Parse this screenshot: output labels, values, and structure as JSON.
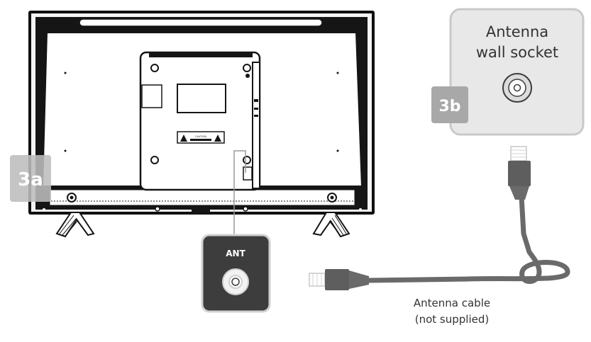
{
  "socket": {
    "title_line1": "Antenna",
    "title_line2": "wall socket"
  },
  "steps": {
    "a": "3a",
    "b": "3b"
  },
  "port": {
    "label": "ANT"
  },
  "cable": {
    "label_line1": "Antenna cable",
    "label_line2": "(not supplied)"
  },
  "tv": {
    "caution_label": "CAUTION"
  },
  "colors": {
    "tv_body": "#1a1a1a",
    "badge": "#b5b5b5",
    "socket_bg": "#e6e6e6",
    "cable": "#6a6a6a",
    "port_box": "#3a3a3a"
  }
}
